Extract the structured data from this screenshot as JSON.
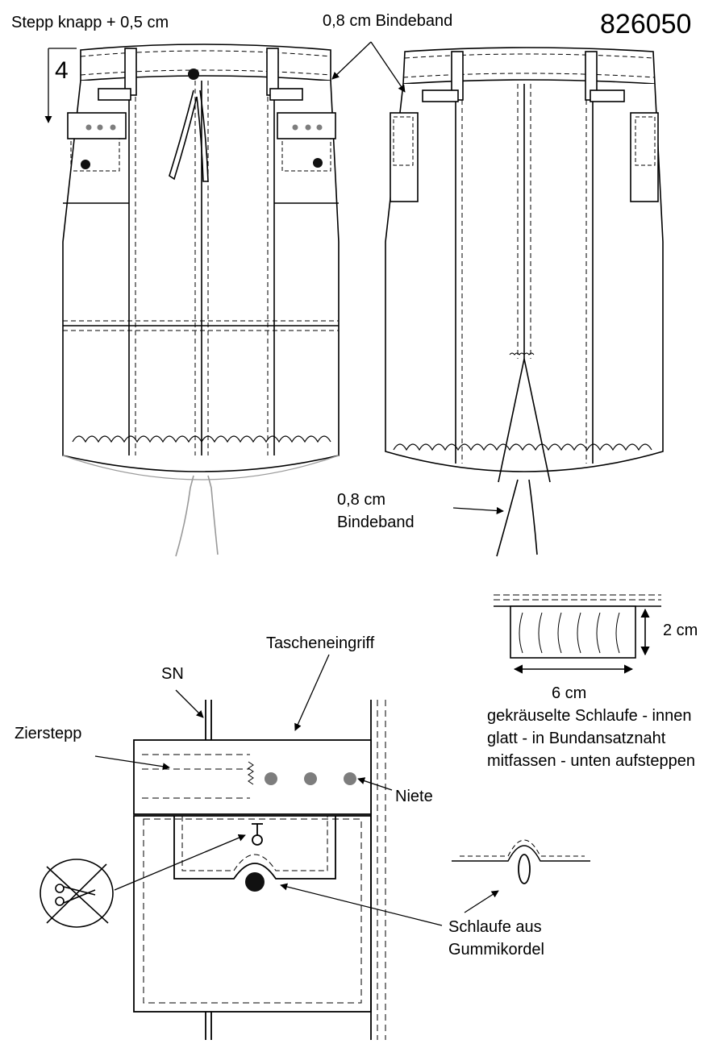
{
  "title": "826050",
  "labels": {
    "stitch_note": "Stepp knapp + 0,5 cm",
    "step_number": "4",
    "tie_band_top": "0,8 cm Bindeband",
    "tie_band_bottom": "0,8 cm\nBindeband",
    "pocket_opening": "Tascheneingriff",
    "side_seam": "SN",
    "decorative_stitch": "Zierstepp",
    "rivet": "Niete",
    "loop_height": "2 cm",
    "loop_width": "6 cm",
    "loop_note": "gekräuselte Schlaufe - innen glatt - in Bundansatznaht mitfassen - unten aufsteppen",
    "elastic_loop": "Schlaufe aus\nGummikordel"
  },
  "colors": {
    "line": "#000000",
    "faint": "#9a9a9a",
    "rivet": "#7d7d7d",
    "button": "#111111"
  },
  "icons": [
    "scissors-crossed-icon"
  ]
}
